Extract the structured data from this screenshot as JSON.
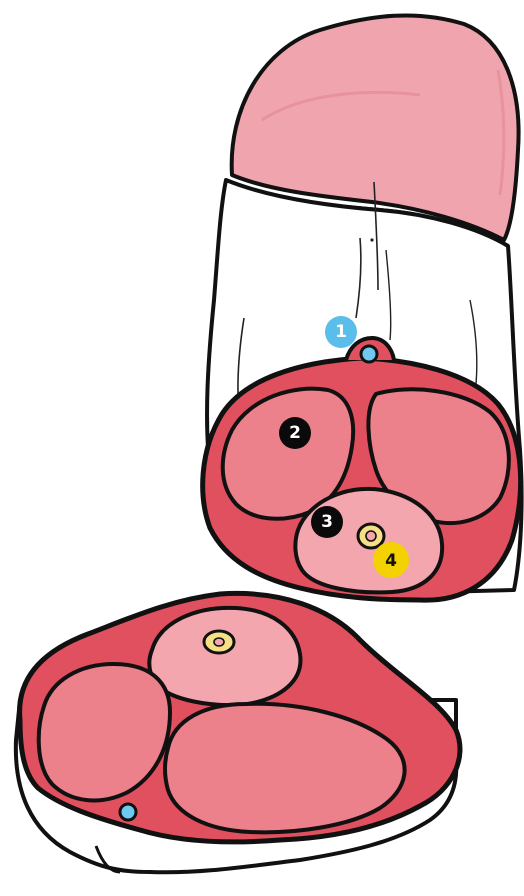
{
  "colors": {
    "outline": "#111111",
    "glans": "#f0a5ae",
    "glans_shadow": "#e48a96",
    "shaft_skin": "#ffffff",
    "tunica": "#e0505f",
    "cavernosa": "#ec808b",
    "spongiosum": "#f3a6ae",
    "urethra": "#f7df85",
    "vessel": "#6ec8ef",
    "marker_blue": "#5bbdea",
    "marker_black": "#0a0a0a",
    "marker_yellow": "#f4d100"
  },
  "markers": [
    {
      "label": "1",
      "color": "#5bbdea",
      "text_color": "#ffffff"
    },
    {
      "label": "2",
      "color": "#0a0a0a",
      "text_color": "#ffffff"
    },
    {
      "label": "3",
      "color": "#0a0a0a",
      "text_color": "#ffffff"
    },
    {
      "label": "4",
      "color": "#f4d100",
      "text_color": "#111111"
    }
  ]
}
